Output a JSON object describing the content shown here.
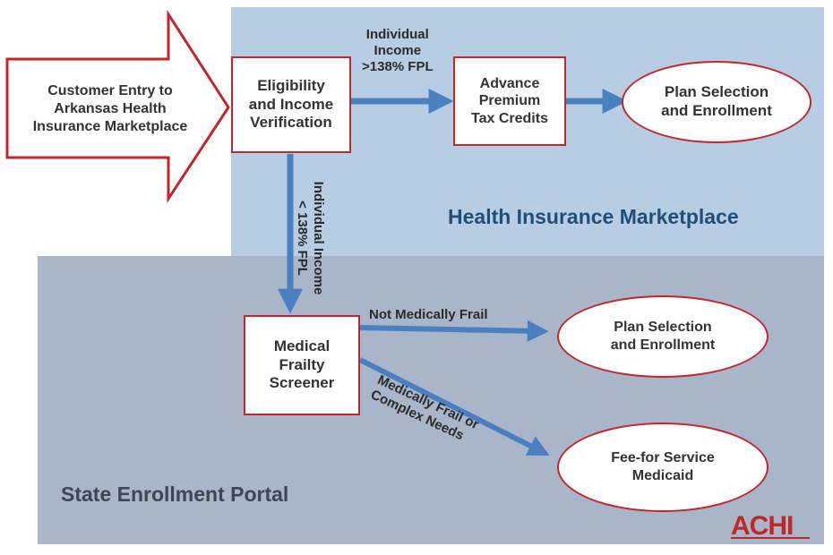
{
  "regions": {
    "marketplace": "Health Insurance Marketplace",
    "state_portal": "State Enrollment Portal"
  },
  "nodes": {
    "entry": "Customer Entry to\nArkansas Health\nInsurance Marketplace",
    "eligibility": "Eligibility\nand Income\nVerification",
    "aptc": "Advance\nPremium\nTax Credits",
    "plan_selection_marketplace": "Plan Selection\nand Enrollment",
    "frailty_screener": "Medical\nFrailty\nScreener",
    "plan_selection_portal": "Plan Selection\nand Enrollment",
    "fee_for_service": "Fee-for Service\nMedicaid"
  },
  "edge_labels": {
    "over_138": "Individual\nIncome\n>138% FPL",
    "under_138": "Individual Income\n< 138% FPL",
    "not_frail": "Not Medically Frail",
    "frail": "Medically Frail or\nComplex Needs"
  },
  "logo": {
    "text": "ACHI",
    "subtitle": "Arkansas Center for Health Improvement"
  },
  "colors": {
    "marketplace_bg": "#b7cde3",
    "portal_bg": "#a9b5c8",
    "box_border": "#c0262a",
    "arrow": "#4a7fc1",
    "title_blue": "#1f4e79"
  }
}
